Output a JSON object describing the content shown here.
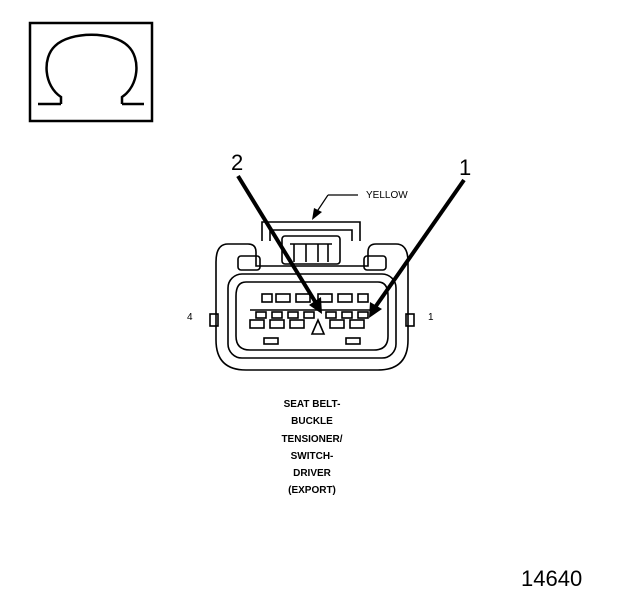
{
  "icons": {
    "ohmmeter": "omega-icon"
  },
  "callouts": {
    "left": "2",
    "right": "1"
  },
  "wire_color_label": "YELLOW",
  "pin_labels": {
    "left": "4",
    "right": "1"
  },
  "connector_caption": [
    "SEAT BELT-",
    "BUCKLE",
    "TENSIONER/",
    "SWITCH-",
    "DRIVER",
    "(EXPORT)"
  ],
  "figure_number": "14640"
}
